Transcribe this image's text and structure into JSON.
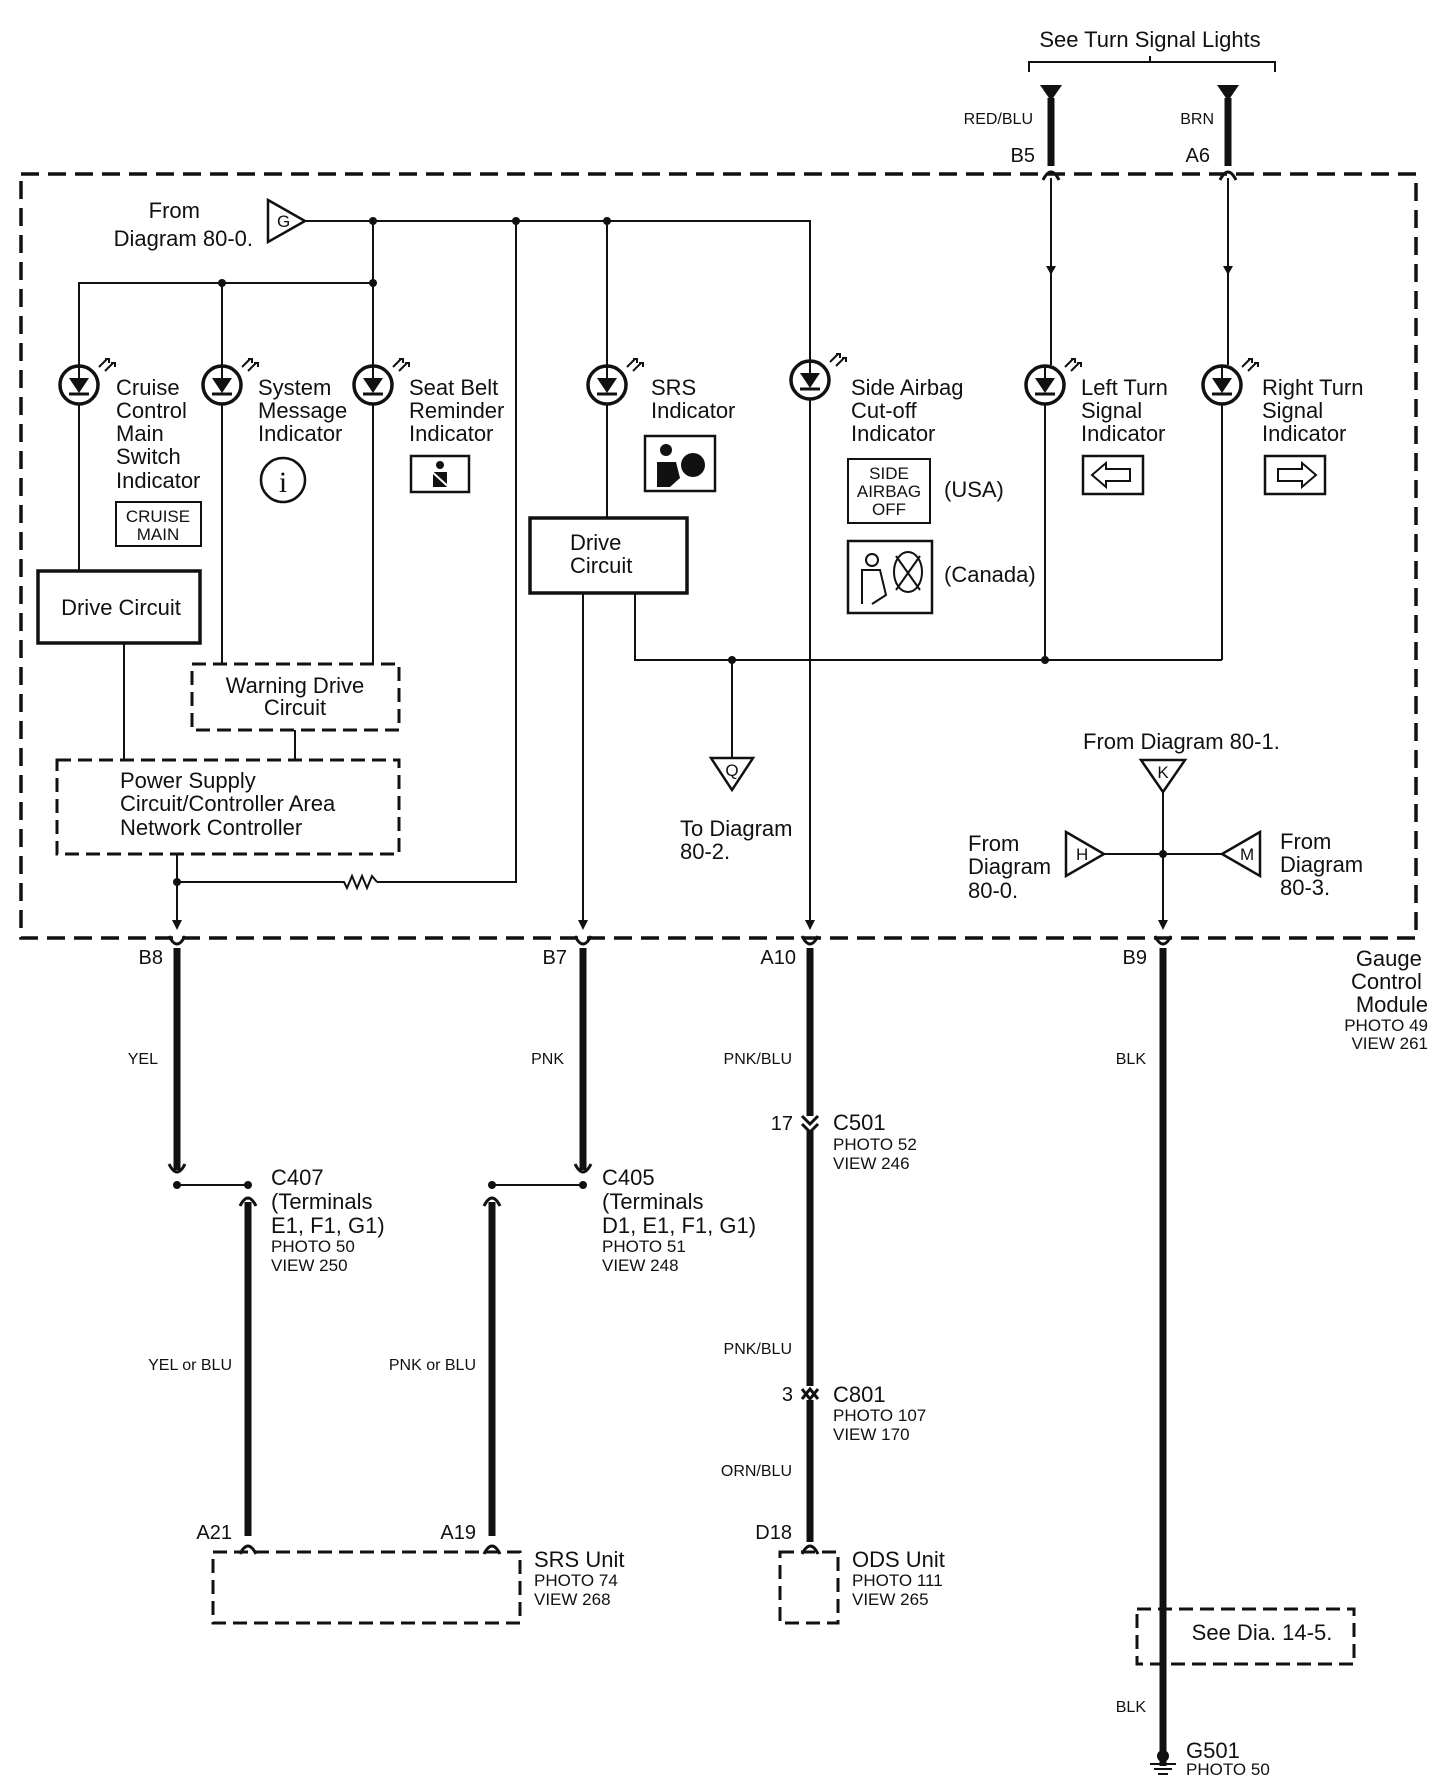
{
  "turn_signal": {
    "title": "See Turn Signal Lights",
    "left_wire": "RED/BLU",
    "right_wire": "BRN",
    "left_pin": "B5",
    "right_pin": "A6"
  },
  "from_g": {
    "line1": "From",
    "line2": "Diagram 80-0.",
    "letter": "G"
  },
  "indicators": {
    "cruise": [
      "Cruise",
      "Control",
      "Main",
      "Switch",
      "Indicator"
    ],
    "cruise_badge": [
      "CRUISE",
      "MAIN"
    ],
    "sysmsg": [
      "System",
      "Message",
      "Indicator"
    ],
    "seatbelt": [
      "Seat Belt",
      "Reminder",
      "Indicator"
    ],
    "srs": [
      "SRS",
      "Indicator"
    ],
    "sideairbag": [
      "Side Airbag",
      "Cut-off",
      "Indicator"
    ],
    "sideairbag_badge": [
      "SIDE",
      "AIRBAG",
      "OFF"
    ],
    "usa": "(USA)",
    "canada": "(Canada)",
    "leftturn": [
      "Left Turn",
      "Signal",
      "Indicator"
    ],
    "rightturn": [
      "Right Turn",
      "Signal",
      "Indicator"
    ]
  },
  "blocks": {
    "drive_left": "Drive Circuit",
    "drive_srs": [
      "Drive",
      "Circuit"
    ],
    "warning": [
      "Warning Drive",
      "Circuit"
    ],
    "power": [
      "Power Supply",
      "Circuit/Controller Area",
      "Network Controller"
    ]
  },
  "to_q": {
    "letter": "Q",
    "line1": "To Diagram",
    "line2": "80-2."
  },
  "from_k": {
    "text": "From Diagram 80-1.",
    "letter": "K"
  },
  "from_h": {
    "letter": "H",
    "lines": [
      "From",
      "Diagram",
      "80-0."
    ]
  },
  "from_m": {
    "letter": "M",
    "lines": [
      "From",
      "Diagram",
      "80-3."
    ]
  },
  "gcm": {
    "lines": [
      "Gauge",
      "Control",
      "Module"
    ],
    "photo": "PHOTO 49",
    "view": "VIEW 261"
  },
  "pins": {
    "b8": "B8",
    "b7": "B7",
    "a10": "A10",
    "b9": "B9",
    "a21": "A21",
    "a19": "A19",
    "d18": "D18"
  },
  "wires": {
    "yel": "YEL",
    "pnk": "PNK",
    "pnkblu1": "PNK/BLU",
    "blk1": "BLK",
    "yelblu": "YEL or BLU",
    "pnkblu_or": "PNK or BLU",
    "pnkblu2": "PNK/BLU",
    "ornblu": "ORN/BLU",
    "blk2": "BLK"
  },
  "c501": {
    "pin": "17",
    "name": "C501",
    "photo": "PHOTO 52",
    "view": "VIEW 246"
  },
  "c801": {
    "pin": "3",
    "name": "C801",
    "photo": "PHOTO 107",
    "view": "VIEW 170"
  },
  "c407": {
    "name": "C407",
    "lines": [
      "(Terminals",
      "E1, F1, G1)"
    ],
    "photo": "PHOTO 50",
    "view": "VIEW 250"
  },
  "c405": {
    "name": "C405",
    "lines": [
      "(Terminals",
      "D1, E1, F1, G1)"
    ],
    "photo": "PHOTO 51",
    "view": "VIEW 248"
  },
  "srs_unit": {
    "name": "SRS Unit",
    "photo": "PHOTO 74",
    "view": "VIEW 268"
  },
  "ods_unit": {
    "name": "ODS Unit",
    "photo": "PHOTO 111",
    "view": "VIEW 265"
  },
  "see_dia": "See Dia. 14-5.",
  "g501": {
    "name": "G501",
    "photo": "PHOTO 50"
  }
}
